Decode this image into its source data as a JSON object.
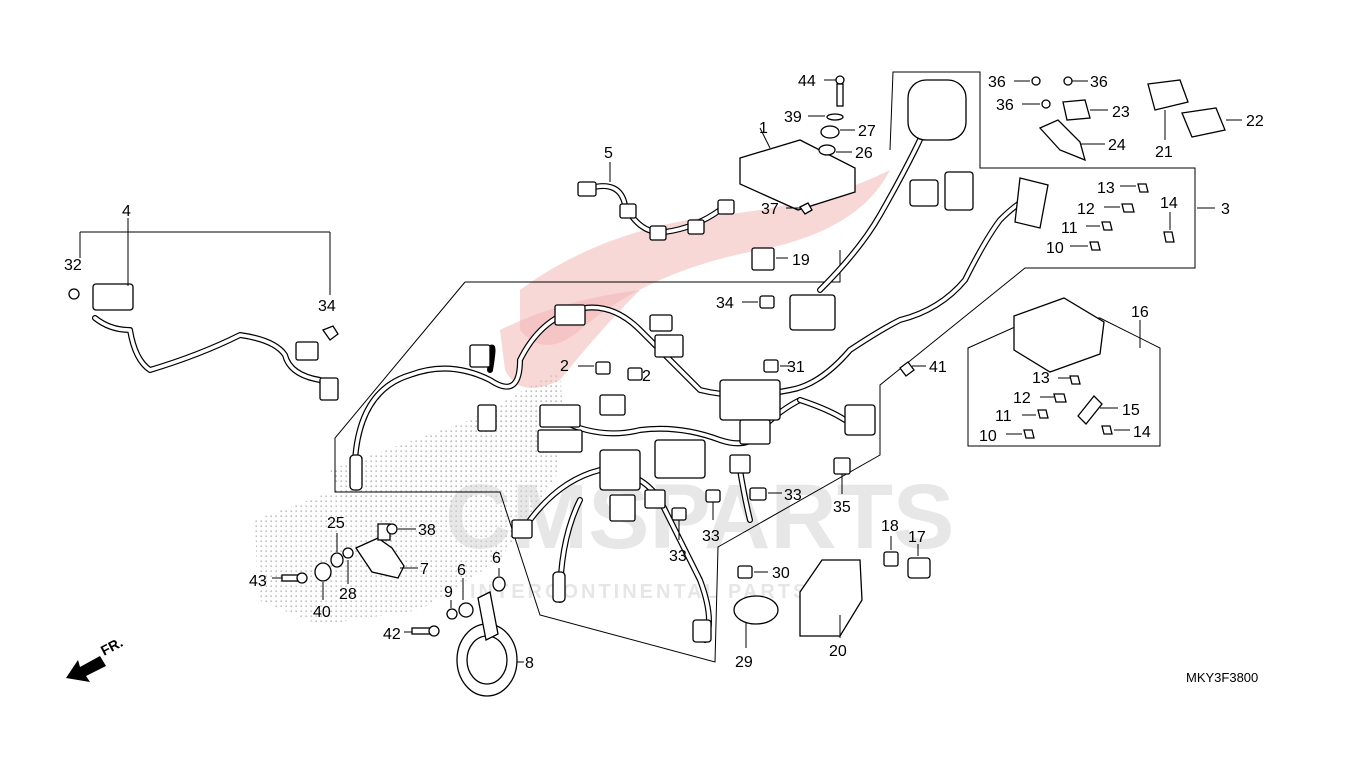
{
  "diagram": {
    "reference_code": "MKY3F3800",
    "direction_label": "FR.",
    "watermark": {
      "brand": "CMSPARTS",
      "tagline": "INTERCONTINENTAL PARTS"
    },
    "callouts": [
      {
        "id": "c1",
        "label": "1"
      },
      {
        "id": "c2a",
        "label": "2"
      },
      {
        "id": "c2b",
        "label": "2"
      },
      {
        "id": "c3",
        "label": "3"
      },
      {
        "id": "c4",
        "label": "4"
      },
      {
        "id": "c5",
        "label": "5"
      },
      {
        "id": "c6a",
        "label": "6"
      },
      {
        "id": "c6b",
        "label": "6"
      },
      {
        "id": "c7",
        "label": "7"
      },
      {
        "id": "c8",
        "label": "8"
      },
      {
        "id": "c9",
        "label": "9"
      },
      {
        "id": "c10a",
        "label": "10"
      },
      {
        "id": "c10b",
        "label": "10"
      },
      {
        "id": "c11a",
        "label": "11"
      },
      {
        "id": "c11b",
        "label": "11"
      },
      {
        "id": "c12a",
        "label": "12"
      },
      {
        "id": "c12b",
        "label": "12"
      },
      {
        "id": "c13a",
        "label": "13"
      },
      {
        "id": "c13b",
        "label": "13"
      },
      {
        "id": "c14a",
        "label": "14"
      },
      {
        "id": "c14b",
        "label": "14"
      },
      {
        "id": "c15",
        "label": "15"
      },
      {
        "id": "c16",
        "label": "16"
      },
      {
        "id": "c17",
        "label": "17"
      },
      {
        "id": "c18",
        "label": "18"
      },
      {
        "id": "c19",
        "label": "19"
      },
      {
        "id": "c20",
        "label": "20"
      },
      {
        "id": "c21",
        "label": "21"
      },
      {
        "id": "c22",
        "label": "22"
      },
      {
        "id": "c23",
        "label": "23"
      },
      {
        "id": "c24",
        "label": "24"
      },
      {
        "id": "c25",
        "label": "25"
      },
      {
        "id": "c26",
        "label": "26"
      },
      {
        "id": "c27",
        "label": "27"
      },
      {
        "id": "c28",
        "label": "28"
      },
      {
        "id": "c29",
        "label": "29"
      },
      {
        "id": "c30",
        "label": "30"
      },
      {
        "id": "c31",
        "label": "31"
      },
      {
        "id": "c32",
        "label": "32"
      },
      {
        "id": "c33a",
        "label": "33"
      },
      {
        "id": "c33b",
        "label": "33"
      },
      {
        "id": "c33c",
        "label": "33"
      },
      {
        "id": "c34a",
        "label": "34"
      },
      {
        "id": "c34b",
        "label": "34"
      },
      {
        "id": "c35",
        "label": "35"
      },
      {
        "id": "c36a",
        "label": "36"
      },
      {
        "id": "c36b",
        "label": "36"
      },
      {
        "id": "c36c",
        "label": "36"
      },
      {
        "id": "c37",
        "label": "37"
      },
      {
        "id": "c38",
        "label": "38"
      },
      {
        "id": "c39",
        "label": "39"
      },
      {
        "id": "c40",
        "label": "40"
      },
      {
        "id": "c41",
        "label": "41"
      },
      {
        "id": "c42",
        "label": "42"
      },
      {
        "id": "c43",
        "label": "43"
      },
      {
        "id": "c44",
        "label": "44"
      }
    ]
  }
}
